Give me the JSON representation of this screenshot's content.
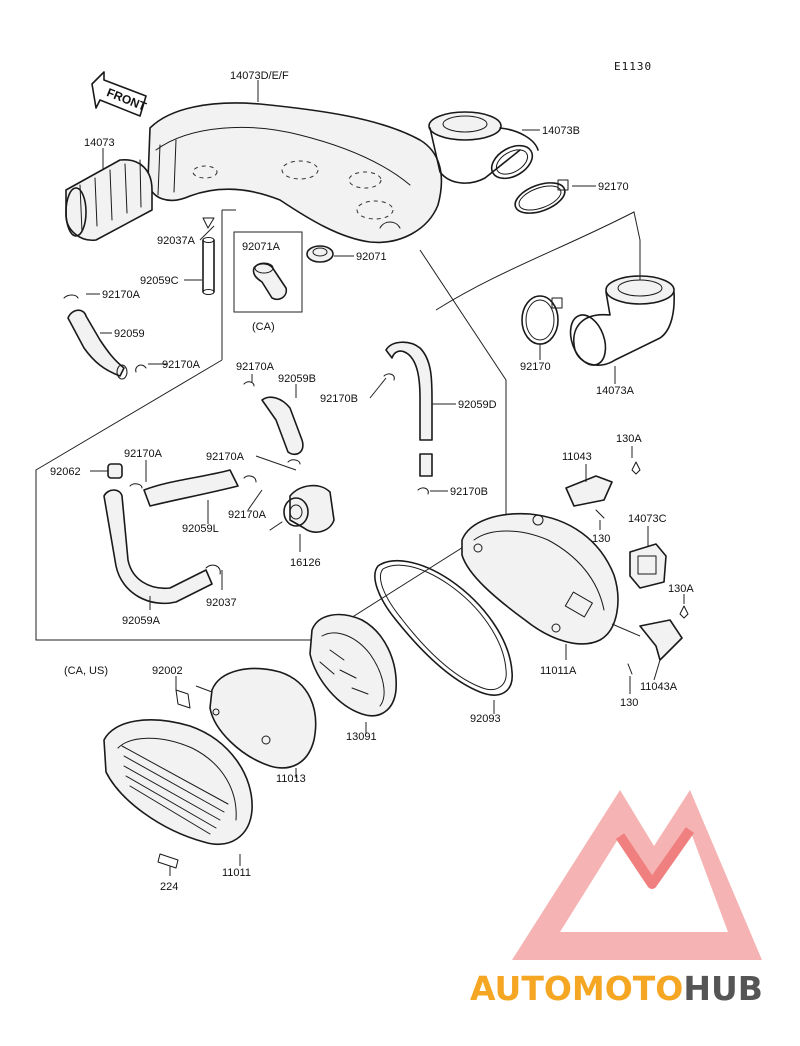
{
  "diagram": {
    "ref_code": "E1130",
    "front_label": "FRONT",
    "labels": {
      "p14073def": "14073D/E/F",
      "p14073": "14073",
      "p14073b": "14073B",
      "p92170_r": "92170",
      "p92037a": "92037A",
      "p92071a": "92071A",
      "p92071": "92071",
      "p92059c": "92059C",
      "p92170a_l": "92170A",
      "p92059": "92059",
      "p92170a_m": "92170A",
      "ca": "(CA)",
      "p92170_m": "92170",
      "p14073a": "14073A",
      "p92170a_t": "92170A",
      "p92059b": "92059B",
      "p92170b_t": "92170B",
      "p92059d": "92059D",
      "p92170b_b": "92170B",
      "p92062": "92062",
      "p92170a_2": "92170A",
      "p92170a_3": "92170A",
      "p92170a_4": "92170A",
      "p92059l": "92059L",
      "p16126": "16126",
      "p92037": "92037",
      "p92059a": "92059A",
      "ca_us": "(CA, US)",
      "p130a_t": "130A",
      "p11043": "11043",
      "p130_t": "130",
      "p14073c": "14073C",
      "p130a_b": "130A",
      "p11011a": "11011A",
      "p11043a": "11043A",
      "p130_b": "130",
      "p92002": "92002",
      "p11013": "11013",
      "p13091": "13091",
      "p92093": "92093",
      "p224": "224",
      "p11011": "11011"
    }
  },
  "watermark": {
    "part1": "AUTOMOTO",
    "part2": "HUB",
    "color_main": "#f5a623",
    "color_hub": "#555555",
    "triangle_color": "#f08080"
  }
}
